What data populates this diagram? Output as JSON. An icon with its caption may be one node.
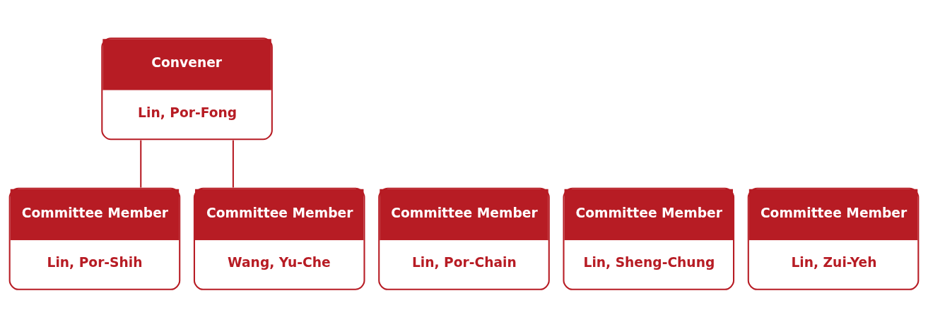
{
  "diagram": {
    "nodes": [
      {
        "text": [
          "Convener",
          "Lin, Por-Fong"
        ]
      },
      {
        "text": [
          "Committee Member",
          "Lin, Por-Shih"
        ]
      },
      {
        "text": [
          "Committee Member",
          "Lin, Por-Chain"
        ]
      },
      {
        "text": [
          "Committee Member",
          "Lin, Sheng-Chung"
        ]
      },
      {
        "text": [
          "Committee Member",
          "Lin, Zui-Yeh"
        ]
      },
      {
        "text": [
          "Committee Member",
          "Wang, Yu-Che"
        ]
      }
    ],
    "edges": [
      {
        "from": 0,
        "to": 1,
        "arrow": "none"
      },
      {
        "from": 0,
        "to": 5,
        "arrow": "none"
      }
    ]
  }
}
